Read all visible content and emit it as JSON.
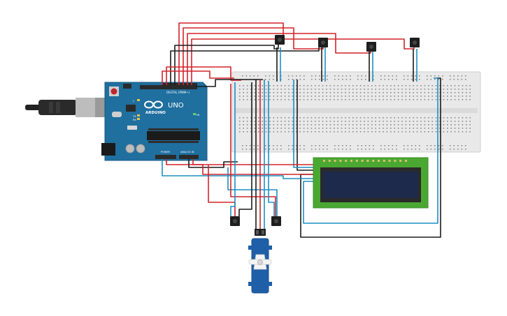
{
  "colors": {
    "background": "#ffffff",
    "wire_red": "#d2232a",
    "wire_black": "#1a1a1a",
    "wire_blue": "#1c8fc4",
    "arduino_board": "#1f6f9f",
    "breadboard": "#e9e9e9",
    "lcd_pcb": "#4aa832",
    "lcd_screen": "#1e2a4c",
    "servo_body": "#1f5fa8",
    "button_body": "#1e1e1e"
  },
  "icons": {
    "usb_cable": "usb-cable-icon",
    "reset_button": "reset-button-icon",
    "arduino_logo": "infinity-logo-icon",
    "servo_horn": "servo-horn-icon"
  },
  "arduino": {
    "logo_text": "ARDUINO",
    "model": "UNO",
    "digital_header": "DIGITAL (PWM~)",
    "power_header": "POWER",
    "analog_header": "ANALOG IN",
    "tx_label": "TX",
    "rx_label": "RX",
    "l_label": "L",
    "on_label": "ON"
  }
}
